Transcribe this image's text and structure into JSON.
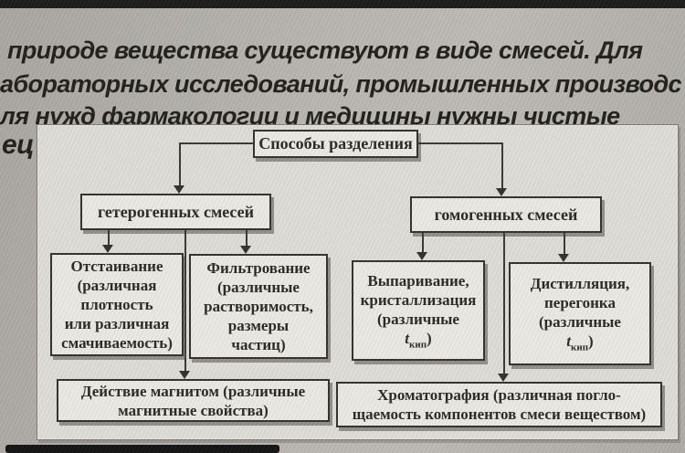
{
  "colors": {
    "top_bar": "#1c1c1c",
    "bottom_bar": "#141414",
    "photo_background": "#b4b1ac",
    "panel_fill": "#dedcd6",
    "box_fill": "#eae8e2",
    "box_border": "#34322d",
    "connector_line": "#3b3934",
    "text_dark": "#21201d"
  },
  "intro_text": {
    "line1": "природе вещества существуют в виде смесей. Для",
    "line2": "абораторных исследований, промышленных производс",
    "line3": "ля нужд фармакологии и медицины нужны чистые",
    "line4_fragment": "ец"
  },
  "diagram": {
    "title": "Способы разделения",
    "branches": [
      {
        "label": "гетерогенных смесей"
      },
      {
        "label": "гомогенных смесей"
      }
    ],
    "methods": [
      {
        "lines": [
          "Отстаивание",
          "(различная",
          "плотность",
          "или различная",
          "смачиваемость)"
        ]
      },
      {
        "lines": [
          "Фильтрование",
          "(различные",
          "растворимость,",
          "размеры",
          "частиц)"
        ]
      },
      {
        "lines": [
          "Выпаривание,",
          "кристаллизация",
          "(различные"
        ],
        "t_symbol": "t",
        "t_subscript": "кип",
        "paren_close": ")"
      },
      {
        "lines": [
          "Дистилляция,",
          "перегонка",
          "(различные"
        ],
        "t_symbol": "t",
        "t_subscript": "кип",
        "paren_close": ")"
      }
    ],
    "bottom_methods": [
      {
        "lines": [
          "Действие магнитом (различные",
          "магнитные свойства)"
        ]
      },
      {
        "lines": [
          "Хроматография (различная погло-",
          "щаемость компонентов смеси веществом)"
        ]
      }
    ]
  }
}
